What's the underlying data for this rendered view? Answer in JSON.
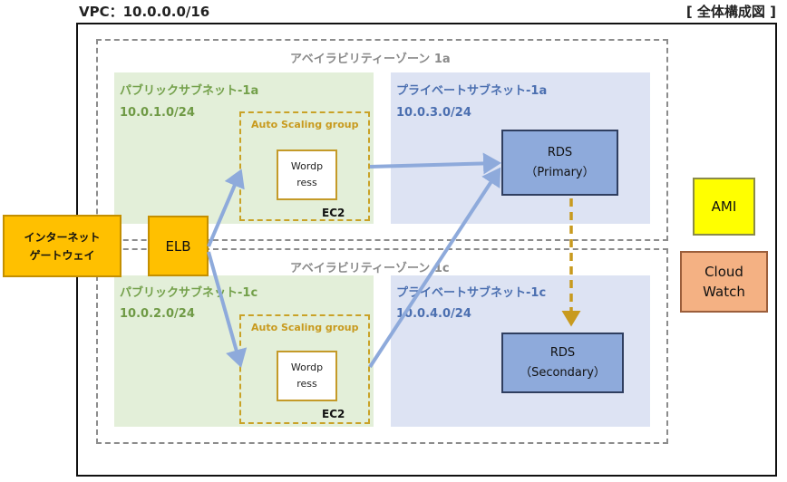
{
  "vpc": {
    "title": "VPC：10.0.0.0/16"
  },
  "overview_label": "[ 全体構成図 ]",
  "availability_zones": [
    {
      "label": "アベイラビリティーゾーン 1a",
      "public_subnet": {
        "title": "パブリックサブネット-1a",
        "cidr": "10.0.1.0/24"
      },
      "private_subnet": {
        "title": "プライベートサブネット-1a",
        "cidr": "10.0.3.0/24"
      },
      "auto_scaling": {
        "label": "Auto Scaling group",
        "instance_label": "EC2",
        "app": "Wordp\nress"
      },
      "rds": "RDS\n（Primary）"
    },
    {
      "label": "アベイラビリティーゾーン 1c",
      "public_subnet": {
        "title": "パブリックサブネット-1c",
        "cidr": "10.0.2.0/24"
      },
      "private_subnet": {
        "title": "プライベートサブネット-1c",
        "cidr": "10.0.4.0/24"
      },
      "auto_scaling": {
        "label": "Auto Scaling group",
        "instance_label": "EC2",
        "app": "Wordp\nress"
      },
      "rds": "RDS\n（Secondary）"
    }
  ],
  "internet_gateway": "インターネット\nゲートウェイ",
  "elb": "ELB",
  "ami": "AMI",
  "cloudwatch": "Cloud\nWatch",
  "colors": {
    "connection_arrow": "#8eaadb",
    "replication_arrow": "#c89a1e"
  }
}
